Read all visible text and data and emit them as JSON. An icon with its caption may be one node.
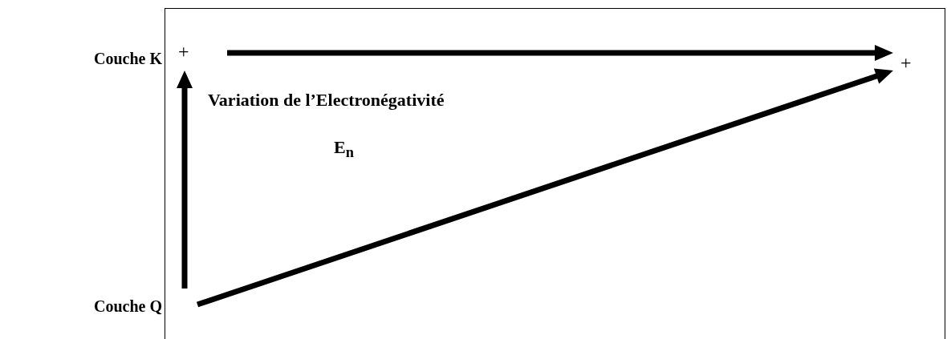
{
  "diagram": {
    "nodes": [
      {
        "text": [
          "Variation de l’Electronégativité",
          "E$_{n}$"
        ]
      }
    ],
    "labels": [
      "Couche K",
      "+",
      "+",
      "Couche Q"
    ]
  }
}
